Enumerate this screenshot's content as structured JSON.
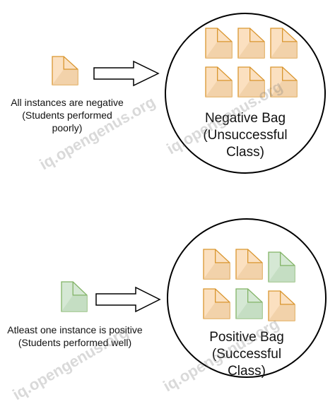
{
  "negative": {
    "caption_line1": "All instances are negative",
    "caption_line2": "(Students performed",
    "caption_line3": "poorly)",
    "bag_line1": "Negative Bag",
    "bag_line2": "(Unsuccessful",
    "bag_line3": "Class)"
  },
  "positive": {
    "caption_line1": "Atleast one instance is positive",
    "caption_line2": "(Students performed well)",
    "bag_line1": "Positive Bag",
    "bag_line2": "(Successful",
    "bag_line3": "Class)"
  },
  "watermark": "iq.opengenus.org",
  "colors": {
    "orange_fill": "#fbe0c0",
    "orange_fold": "#f0cfa6",
    "orange_stroke": "#d9962f",
    "green_fill": "#d5e8d4",
    "green_fold": "#c2dcbf",
    "green_stroke": "#82b366"
  }
}
